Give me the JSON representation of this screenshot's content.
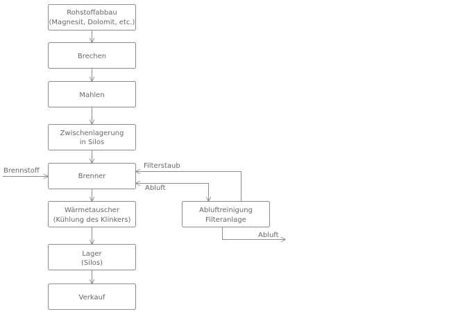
{
  "diagram": {
    "nodes": [
      {
        "id": "rohstoffabbau",
        "lines": [
          "Rohstoffabbau",
          "(Magnesit, Dolomit, etc.)"
        ]
      },
      {
        "id": "brechen",
        "lines": [
          "Brechen"
        ]
      },
      {
        "id": "mahlen",
        "lines": [
          "Mahlen"
        ]
      },
      {
        "id": "zwischenlagerung",
        "lines": [
          "Zwischenlagerung",
          "in Silos"
        ]
      },
      {
        "id": "brenner",
        "lines": [
          "Brenner"
        ]
      },
      {
        "id": "waermetauscher",
        "lines": [
          "Wärmetauscher",
          "(Kühlung des Klinkers)"
        ]
      },
      {
        "id": "lager",
        "lines": [
          "Lager",
          "(Silos)"
        ]
      },
      {
        "id": "verkauf",
        "lines": [
          "Verkauf"
        ]
      },
      {
        "id": "abluftreinigung",
        "lines": [
          "Abluftreinigung",
          "Filteranlage"
        ]
      }
    ],
    "edges": [
      {
        "from": "rohstoffabbau",
        "to": "brechen"
      },
      {
        "from": "brechen",
        "to": "mahlen"
      },
      {
        "from": "mahlen",
        "to": "zwischenlagerung"
      },
      {
        "from": "zwischenlagerung",
        "to": "brenner"
      },
      {
        "from": "brenner",
        "to": "waermetauscher"
      },
      {
        "from": "waermetauscher",
        "to": "lager"
      },
      {
        "from": "lager",
        "to": "verkauf"
      },
      {
        "from": "external",
        "to": "brenner",
        "label": "Brennstoff"
      },
      {
        "from": "abluftreinigung",
        "to": "brenner",
        "label": "Filterstaub"
      },
      {
        "from": "brenner",
        "to": "abluftreinigung",
        "label": "Abluft"
      },
      {
        "from": "abluftreinigung",
        "to": "external",
        "label": "Abluft"
      }
    ]
  }
}
